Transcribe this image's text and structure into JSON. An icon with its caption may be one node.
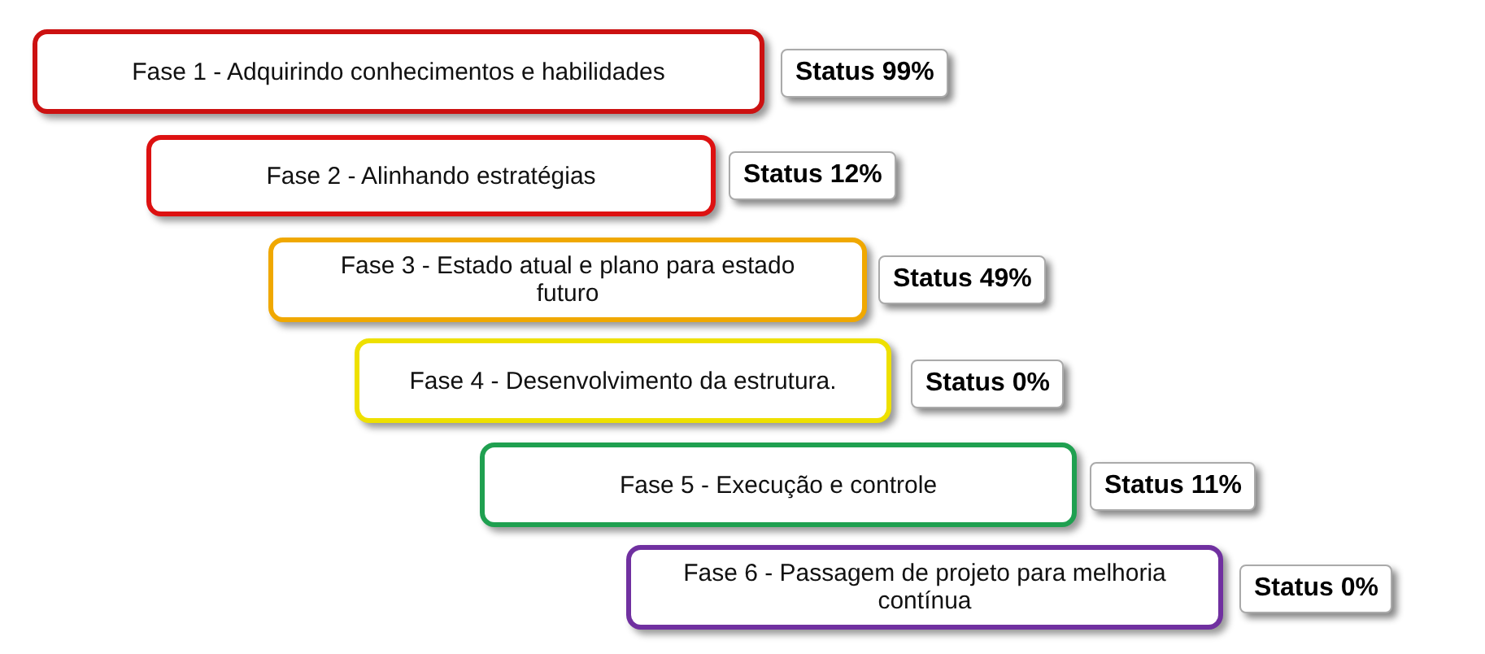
{
  "diagram": {
    "nodes": [
      {
        "text": [
          "Fase 1 - Adquirindo conhecimentos e habilidades"
        ],
        "beside": [
          "Status 99%"
        ]
      },
      {
        "text": [
          "Fase 2 - Alinhando estratégias"
        ],
        "beside": [
          "Status 12%"
        ]
      },
      {
        "text": [
          "Fase 3 - Estado atual e plano para estado futuro"
        ],
        "beside": [
          "Status 49%"
        ]
      },
      {
        "text": [
          "Fase 4 - Desenvolvimento da estrutura."
        ],
        "beside": [
          "Status 0%"
        ]
      },
      {
        "text": [
          "Fase 5 - Execução e controle"
        ],
        "beside": [
          "Status 11%"
        ]
      },
      {
        "text": [
          "Fase 6 - Passagem de projeto para melhoria contínua"
        ],
        "beside": [
          "Status 0%"
        ]
      }
    ],
    "edges": []
  }
}
